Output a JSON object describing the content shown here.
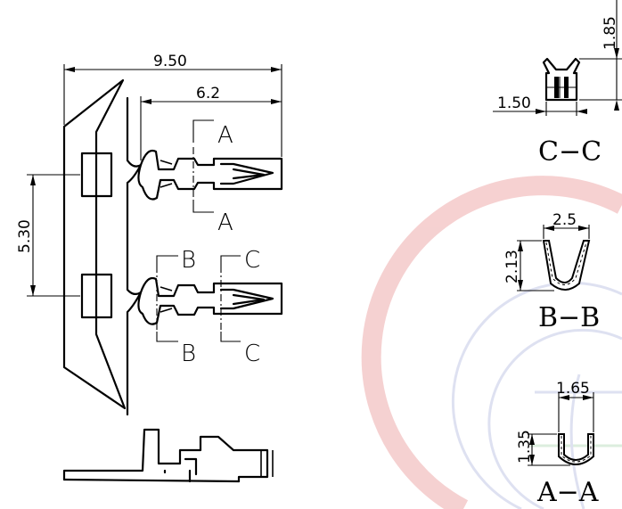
{
  "dimensions": {
    "overall_width": "9.50",
    "terminal_length": "6.2",
    "pitch": "5.30",
    "cc_height": "1.85",
    "cc_width": "1.50",
    "bb_width": "2.5",
    "bb_height": "2.13",
    "aa_width": "1.65",
    "aa_height": "1.35"
  },
  "section_markers": {
    "a_top": "A",
    "a_bottom": "A",
    "b_top": "B",
    "b_bottom": "B",
    "c_top": "C",
    "c_bottom": "C"
  },
  "section_titles": {
    "cc": "C−C",
    "bb": "B−B",
    "aa": "A−A"
  },
  "colors": {
    "line": "#000000",
    "watermark_red": "#f4c9c9",
    "watermark_blue": "#d9dcef",
    "watermark_green": "#d7ecd9"
  }
}
